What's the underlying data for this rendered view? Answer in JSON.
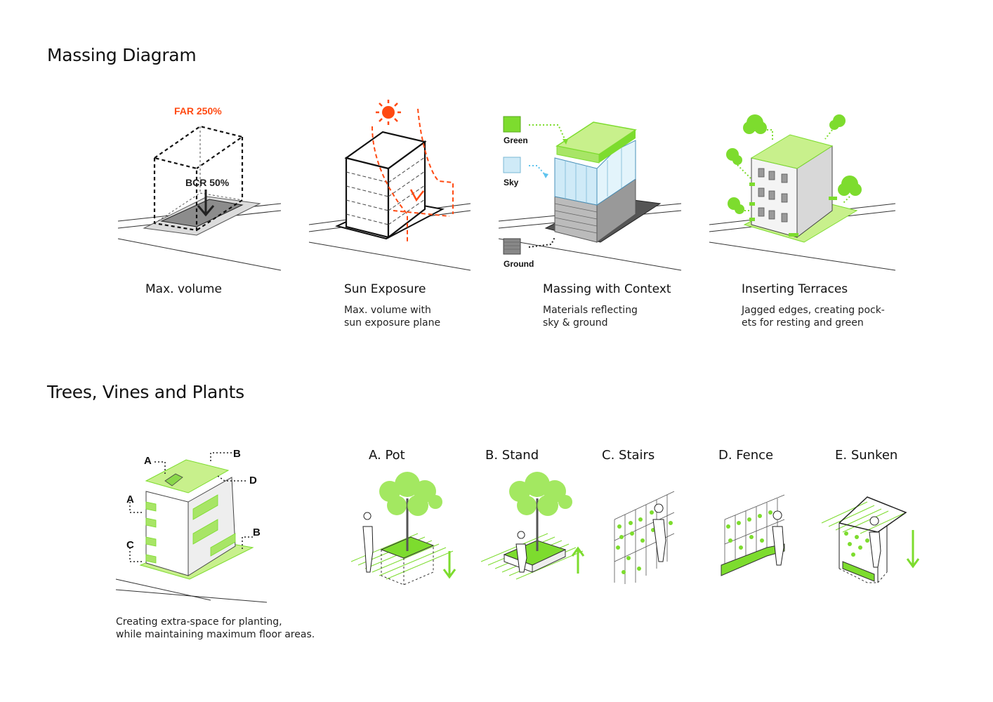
{
  "massing": {
    "title": "Massing Diagram",
    "panels": [
      {
        "title": "Max. volume",
        "sub1": "",
        "sub2": "",
        "far": "FAR 250%",
        "bcr": "BCR 50%"
      },
      {
        "title": "Sun Exposure",
        "sub1": "Max. volume with",
        "sub2": "sun exposure plane"
      },
      {
        "title": "Massing with Context",
        "sub1": "Materials reflecting",
        "sub2": "sky & ground",
        "legend": {
          "green": "Green",
          "sky": "Sky",
          "ground": "Ground"
        }
      },
      {
        "title": "Inserting Terraces",
        "sub1": "Jagged edges, creating pock-",
        "sub2": "ets for resting and green"
      }
    ]
  },
  "plants": {
    "title": "Trees, Vines and Plants",
    "building_labels": {
      "a1": "A",
      "a2": "A",
      "b1": "B",
      "b2": "B",
      "c": "C",
      "d": "D"
    },
    "caption1": "Creating extra-space for planting,",
    "caption2": "while maintaining maximum floor areas.",
    "types": [
      {
        "title": "A. Pot"
      },
      {
        "title": "B. Stand"
      },
      {
        "title": "C. Stairs"
      },
      {
        "title": "D. Fence"
      },
      {
        "title": "E. Sunken"
      }
    ]
  },
  "colors": {
    "green": "#7ddc2e",
    "light_green": "#c8f08c",
    "orange": "#ff4a12",
    "sky": "#cfeaf7",
    "grey": "#8a8a8a"
  }
}
